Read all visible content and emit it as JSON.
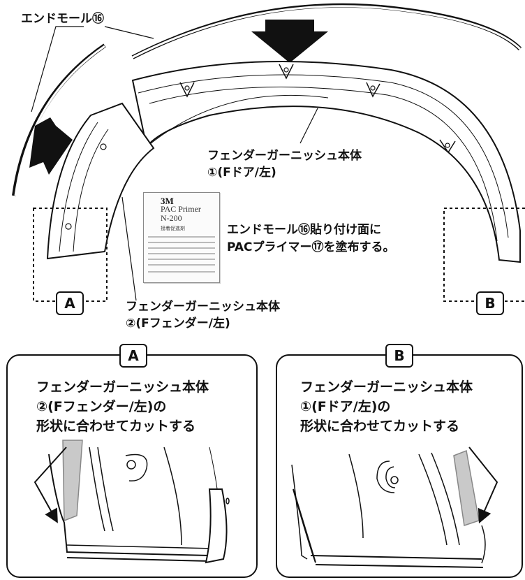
{
  "labels": {
    "end_mold": "エンドモール⑯",
    "garnish_body_1": "フェンダーガーニッシュ本体",
    "garnish_body_1_part": "①(Fドア/左)",
    "garnish_body_2": "フェンダーガーニッシュ本体",
    "garnish_body_2_part": "②(Fフェンダー/左)",
    "instruction_line1": "エンドモール⑯貼り付け面に",
    "instruction_line2": "PACプライマー⑰を塗布する。"
  },
  "product": {
    "brand": "3M",
    "name": "PAC Primer",
    "code": "N-200",
    "type": "接着促進剤"
  },
  "callouts": {
    "a": "A",
    "b": "B"
  },
  "panels": {
    "a": {
      "badge": "A",
      "line1": "フェンダーガーニッシュ本体",
      "line2": "②(Fフェンダー/左)の",
      "line3": "形状に合わせてカットする"
    },
    "b": {
      "badge": "B",
      "line1": "フェンダーガーニッシュ本体",
      "line2": "①(Fドア/左)の",
      "line3": "形状に合わせてカットする"
    }
  }
}
